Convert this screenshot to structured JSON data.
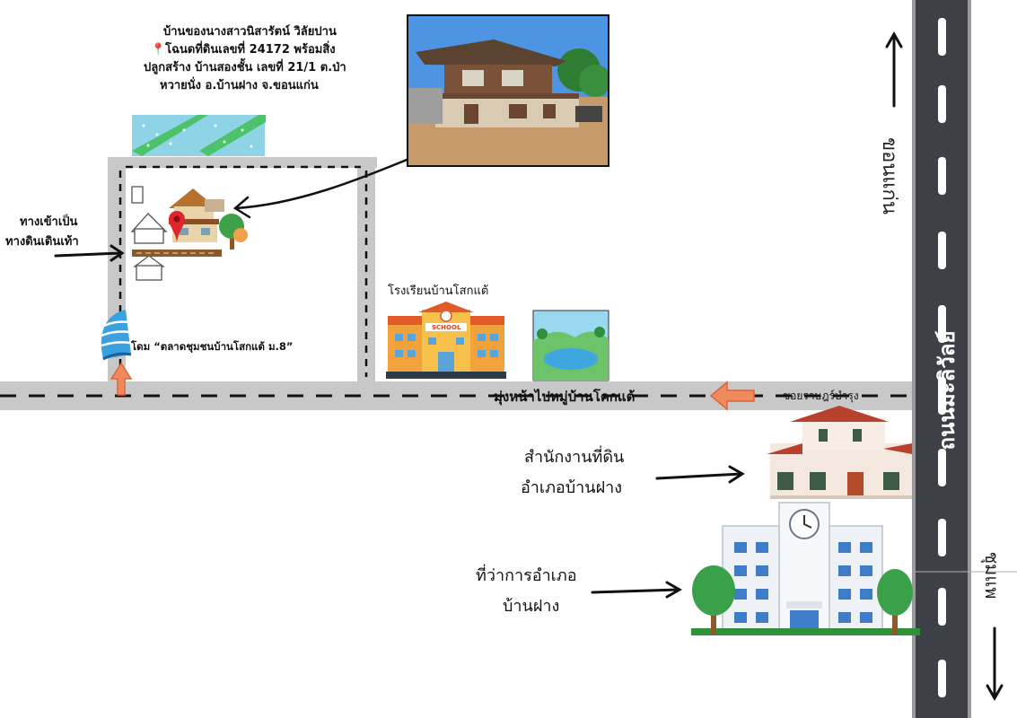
{
  "property": {
    "title_lines": [
      "บ้านของนางสาวนิสารัตน์ วิลัยปาน",
      "📍โฉนดที่ดินเลขที่ 24172 พร้อมสิ่ง",
      "ปลูกสร้าง บ้านสองชั้น เลขที่ 21/1 ต.ป่า",
      "หวายนั่ง อ.บ้านฝาง จ.ขอนแก่น"
    ]
  },
  "labels": {
    "entrance_line1": "ทางเข้าเป็น",
    "entrance_line2": "ทางดินเดินเท้า",
    "dome": "โดม “ตลาดชุมชนบ้านโสกแต้ ม.8”",
    "school": "โรงเรียนบ้านโสกแต้",
    "school_sign": "SCHOOL",
    "direction_village": "มุ่งหน้าไปหมู่บ้านโคกแต้",
    "soi": "ซอยราษฎร์บำรุง",
    "land_office_line1": "สำนักงานที่ดิน",
    "land_office_line2": "อำเภอบ้านฝาง",
    "district_office_line1": "ที่ว่าการอำเภอ",
    "district_office_line2": "บ้านฝาง",
    "road_name": "ถนนมะลิวัลย์",
    "khon_kaen": "ขอนแก่น",
    "chumphae": "ชุมแพ"
  },
  "colors": {
    "road_gray": "#c8c8c8",
    "highway_dark": "#3d4147",
    "arrow_orange": "#f08a5d",
    "pin_red": "#e0242b"
  }
}
